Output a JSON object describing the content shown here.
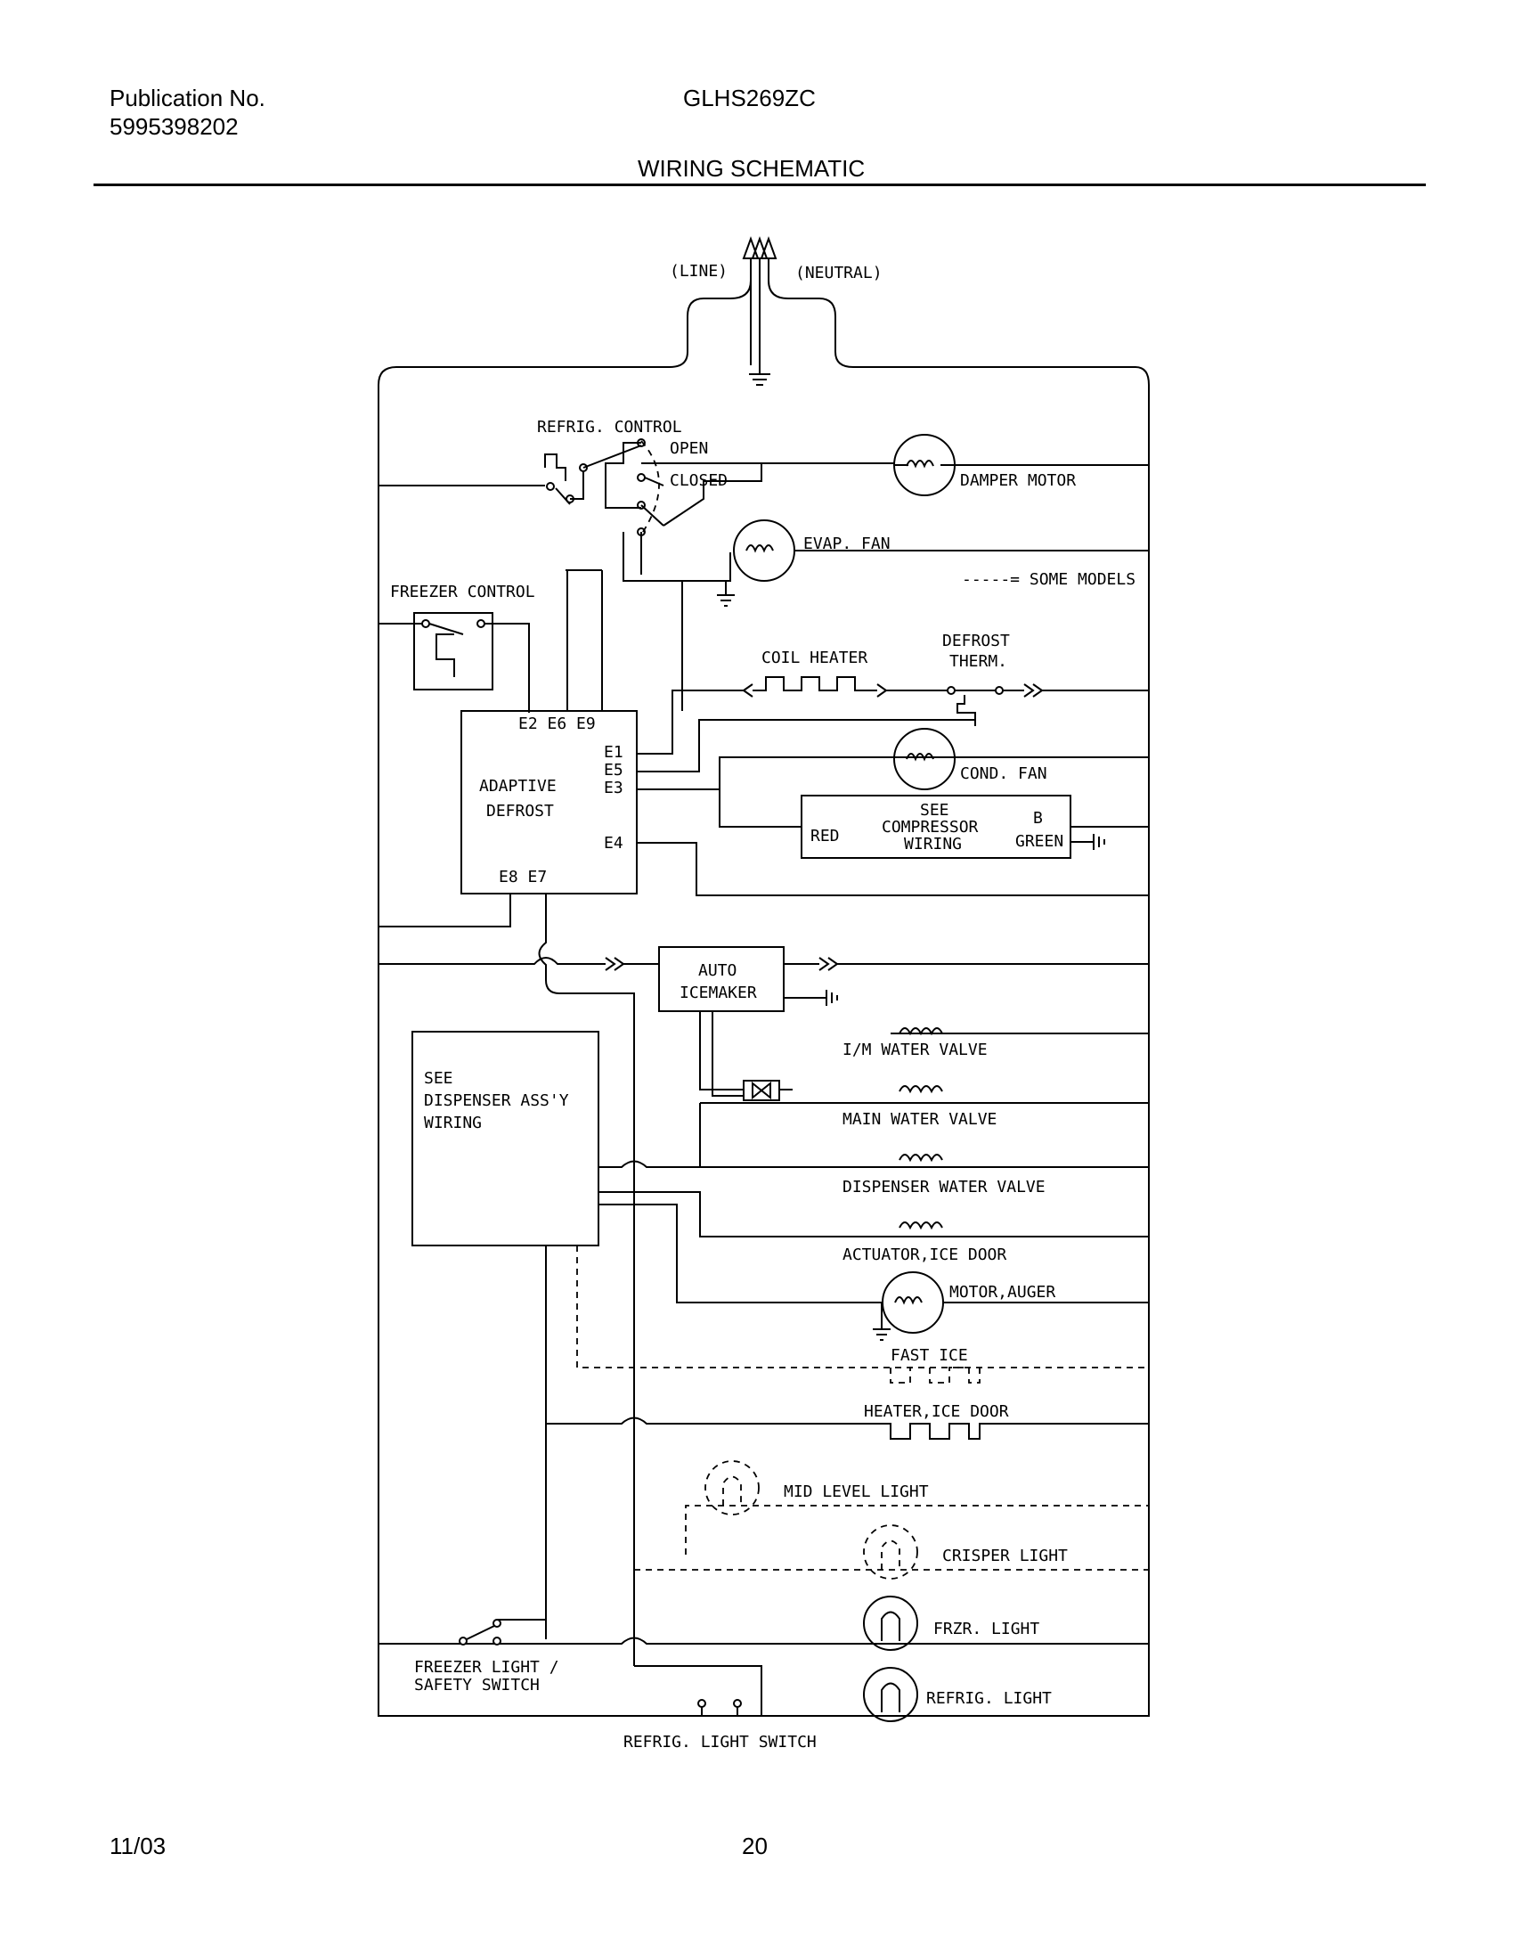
{
  "header": {
    "publication_label": "Publication No.",
    "publication_number": "5995398202",
    "model": "GLHS269ZC",
    "title": "WIRING SCHEMATIC"
  },
  "footer": {
    "date": "11/03",
    "page": "20"
  },
  "diagram": {
    "line": "(LINE)",
    "neutral": "(NEUTRAL)",
    "refrig_control": "REFRIG. CONTROL",
    "open": "OPEN",
    "closed": "CLOSED",
    "damper_motor": "DAMPER MOTOR",
    "evap_fan": "EVAP. FAN",
    "some_models": "-----= SOME MODELS",
    "freezer_control": "FREEZER CONTROL",
    "coil_heater": "COIL HEATER",
    "defrost_therm_1": "DEFROST",
    "defrost_therm_2": "THERM.",
    "adaptive_defrost_terminals_top": "E2 E6 E9",
    "e1": "E1",
    "e5": "E5",
    "e3": "E3",
    "e4": "E4",
    "adaptive_defrost_terminals_bottom": "E8 E7",
    "adaptive": "ADAPTIVE",
    "defrost": "DEFROST",
    "cond_fan": "COND. FAN",
    "see": "SEE",
    "compressor": "COMPRESSOR",
    "wiring": "WIRING",
    "red": "RED",
    "b": "B",
    "green": "GREEN",
    "auto": "AUTO",
    "icemaker": "ICEMAKER",
    "im_water_valve": "I/M WATER VALVE",
    "main_water_valve": "MAIN WATER VALVE",
    "dispenser_water_valve": "DISPENSER WATER VALVE",
    "actuator_ice_door": "ACTUATOR,ICE DOOR",
    "motor_auger": "MOTOR,AUGER",
    "dispenser_see": "SEE",
    "dispenser_assy": "DISPENSER ASS'Y",
    "dispenser_wiring": "WIRING",
    "fast_ice": "FAST ICE",
    "heater_ice_door": "HEATER,ICE DOOR",
    "mid_level_light": "MID LEVEL LIGHT",
    "crisper_light": "CRISPER LIGHT",
    "frzr_light": "FRZR. LIGHT",
    "refrig_light": "REFRIG. LIGHT",
    "freezer_light_switch_1": "FREEZER LIGHT /",
    "freezer_light_switch_2": "SAFETY SWITCH",
    "refrig_light_switch": "REFRIG. LIGHT SWITCH"
  }
}
